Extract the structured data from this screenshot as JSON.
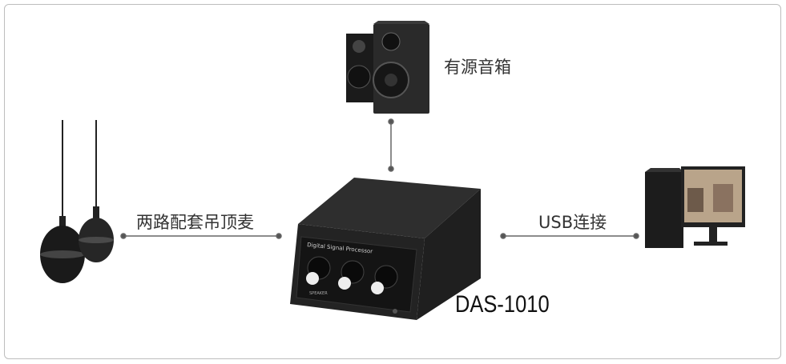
{
  "labels": {
    "speaker": "有源音箱",
    "microphone": "两路配套吊顶麦",
    "usb": "USB连接",
    "model": "DAS-1010"
  },
  "device": {
    "panel_text": "Digital Signal Processor",
    "knob_label": "SPEAKER"
  },
  "colors": {
    "line": "#555555",
    "device": "#1e1e1e"
  }
}
